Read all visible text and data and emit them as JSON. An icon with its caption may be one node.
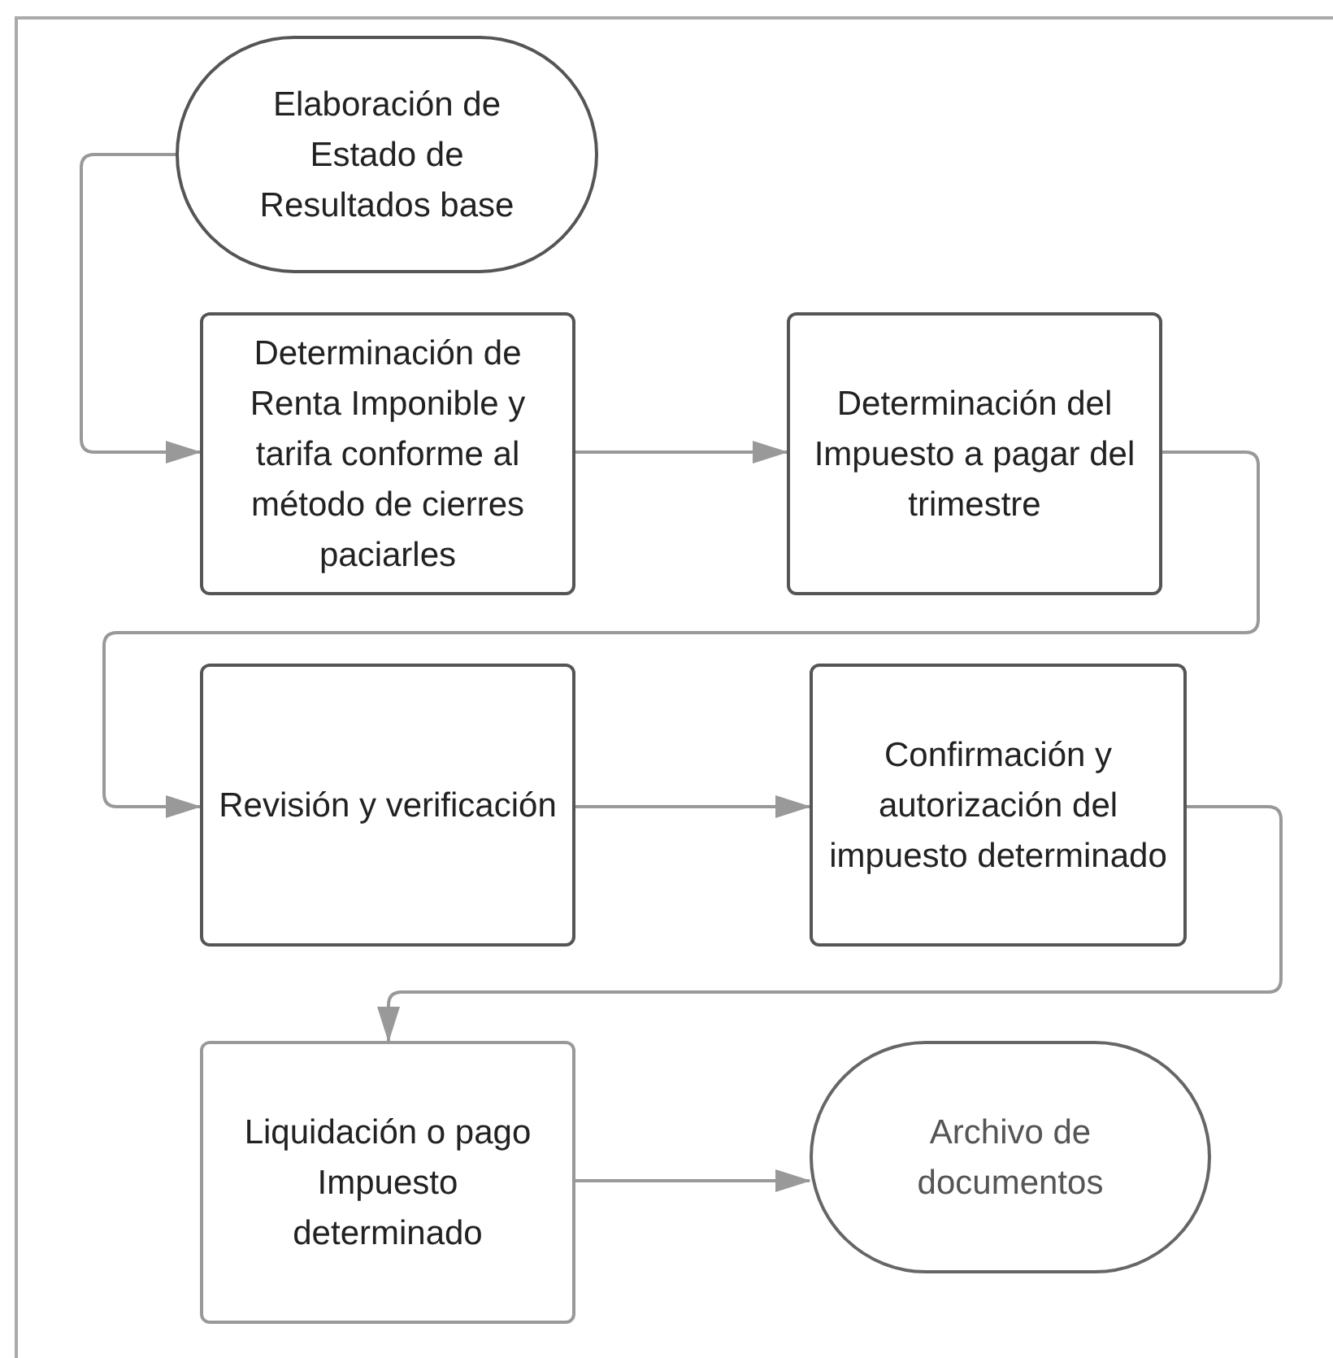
{
  "diagram": {
    "nodes": [
      {
        "text": [
          "Elaboración de Estado de Resultados base"
        ]
      },
      {
        "text": [
          "Determinación de Renta Imponible y tarifa conforme al método de cierres paciarles"
        ]
      },
      {
        "text": [
          "Determinación del Impuesto a pagar del trimestre"
        ]
      },
      {
        "text": [
          "Revisión y verificación"
        ]
      },
      {
        "text": [
          "Confirmación y autorización del impuesto determinado"
        ]
      },
      {
        "text": [
          "Liquidación o pago Impuesto determinado"
        ]
      },
      {
        "text": [
          "Archivo de documentos"
        ]
      }
    ],
    "edges": [
      {
        "from": 0,
        "to": 1,
        "arrow": "to"
      },
      {
        "from": 1,
        "to": 2,
        "arrow": "to"
      },
      {
        "from": 2,
        "to": 3,
        "arrow": "to"
      },
      {
        "from": 3,
        "to": 4,
        "arrow": "to"
      },
      {
        "from": 4,
        "to": 5,
        "arrow": "to"
      },
      {
        "from": 5,
        "to": 6,
        "arrow": "to"
      }
    ]
  }
}
